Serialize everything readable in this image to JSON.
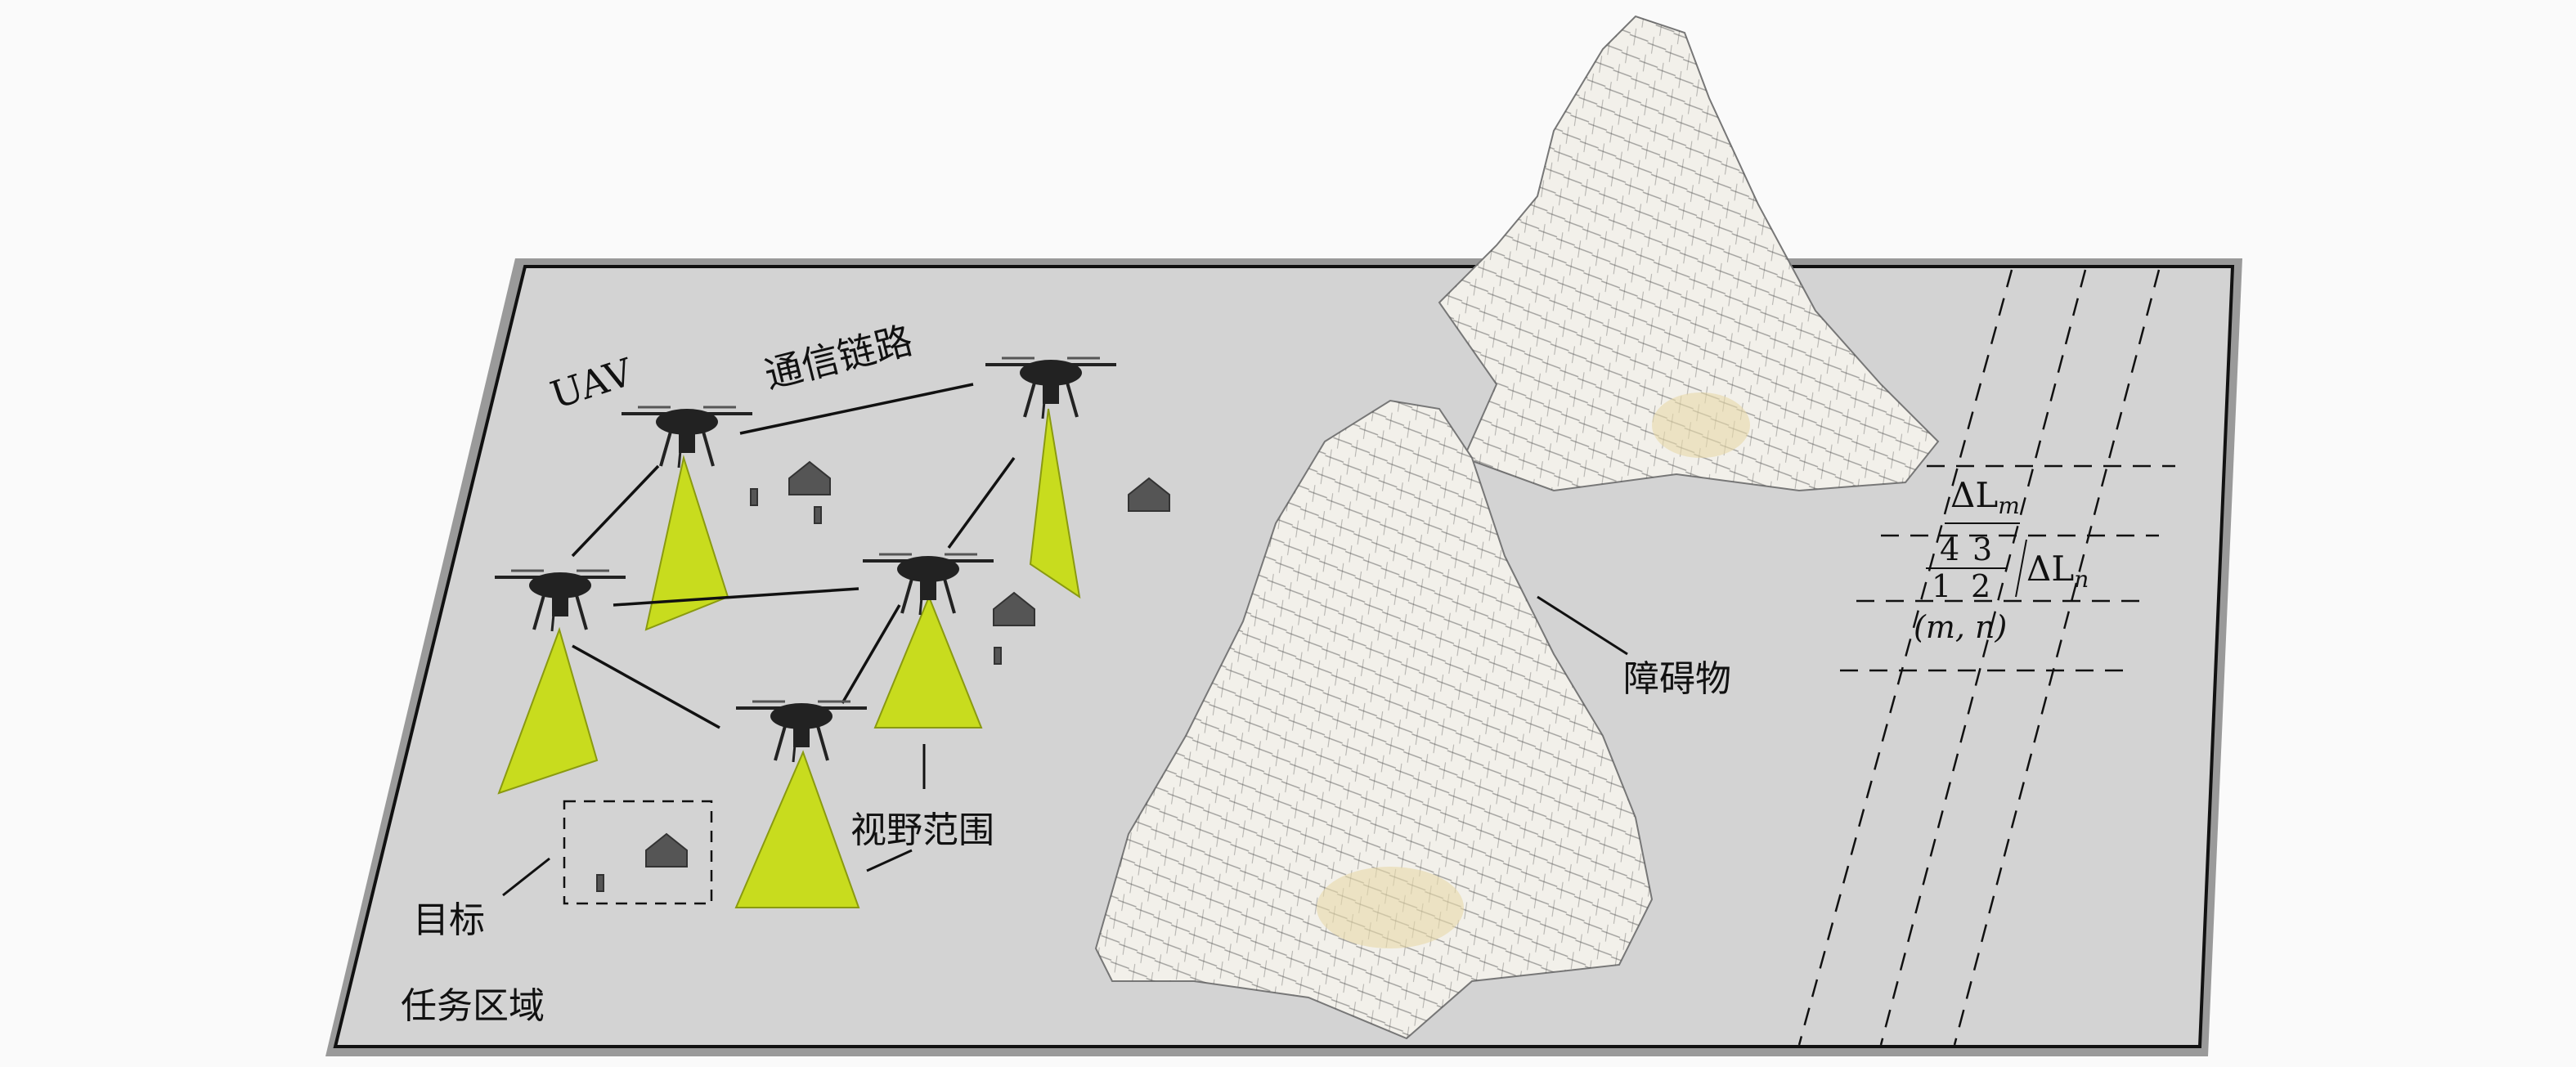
{
  "labels": {
    "uav": "UAV",
    "comm_link": "通信链路",
    "obstacle": "障碍物",
    "field_of_view": "视野范围",
    "target": "目标",
    "mission_area": "任务区域"
  },
  "grid": {
    "delta_lm": "ΔL",
    "delta_lm_sub": "m",
    "delta_ln": "ΔL",
    "delta_ln_sub": "n",
    "cell_4": "4",
    "cell_3": "3",
    "cell_1": "1",
    "cell_2": "2",
    "coord": "(m, n)"
  },
  "colors": {
    "plane": "#d3d3d3",
    "plane_shadow": "#9a9a9a",
    "fov": "#c8dc1e",
    "mountain": "#f2f0ea",
    "mountain_tint": "#e8d8a8"
  }
}
